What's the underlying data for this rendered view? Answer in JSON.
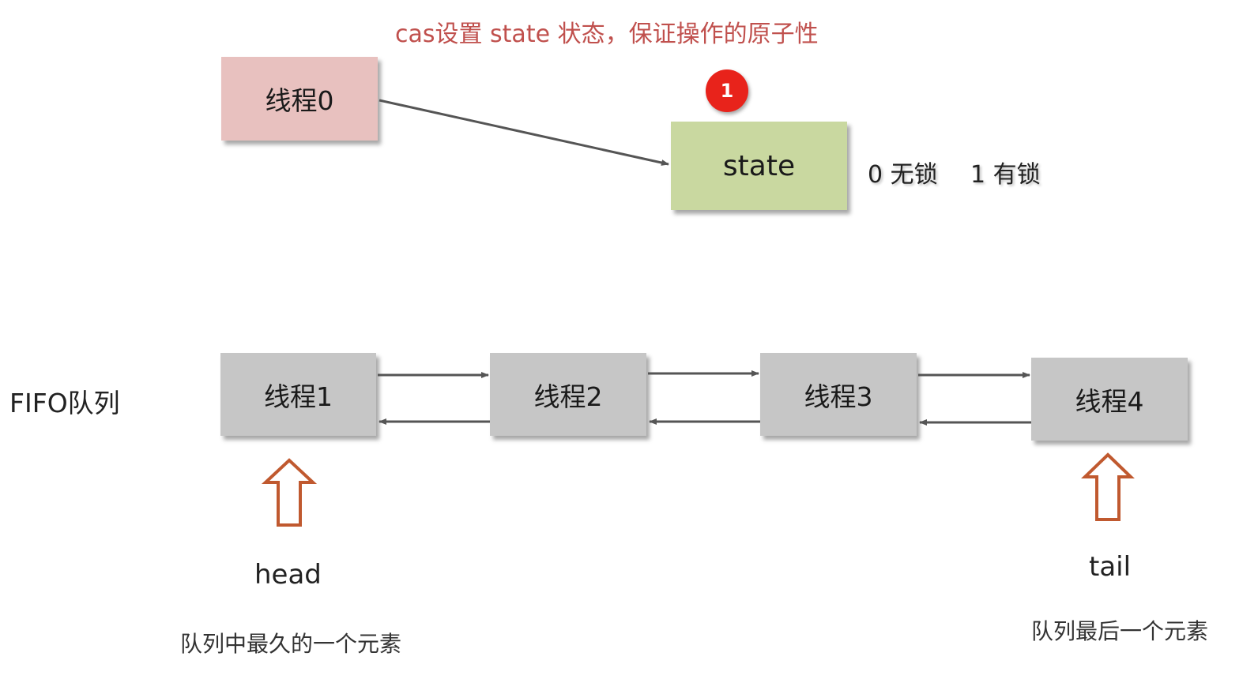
{
  "top": {
    "note": "cas设置 state 状态，保证操作的原子性",
    "thread0": "线程0",
    "state": "state",
    "badge": "1",
    "legend_unlocked": "0 无锁",
    "legend_locked": "1 有锁"
  },
  "queue": {
    "label": "FIFO队列",
    "nodes": [
      "线程1",
      "线程2",
      "线程3",
      "线程4"
    ],
    "head_label": "head",
    "head_desc": "队列中最久的一个元素",
    "tail_label": "tail",
    "tail_desc": "队列最后一个元素"
  },
  "colors": {
    "note": "#c0504d",
    "thread0": "#e8c1bf",
    "state": "#c9d8a0",
    "queue_node": "#c6c6c6",
    "badge": "#e8231b",
    "pointer_arrow": "#c0592f",
    "link_arrow": "#555555"
  }
}
